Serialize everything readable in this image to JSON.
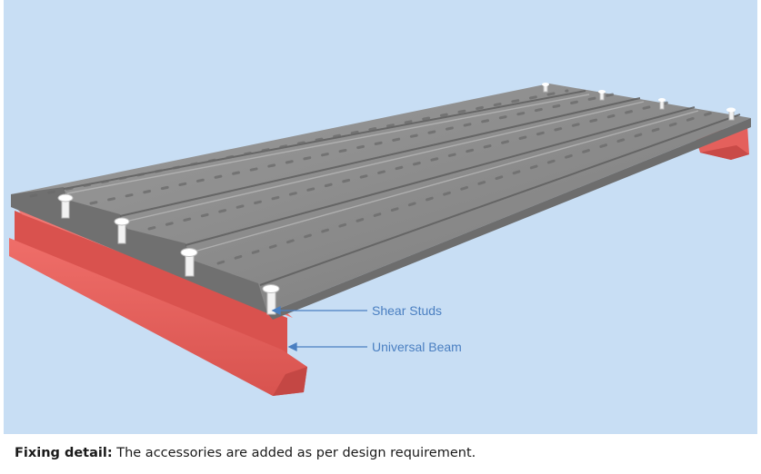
{
  "diagram": {
    "labels": {
      "shear_studs": "Shear Studs",
      "universal_beam": "Universal Beam"
    },
    "colors": {
      "background": "#c8def4",
      "deck": "#8a8a8a",
      "beam": "#e4605c",
      "label": "#4a7fc1"
    }
  },
  "caption": {
    "bold": "Fixing detail:",
    "text": " The accessories are added as per design requirement."
  }
}
